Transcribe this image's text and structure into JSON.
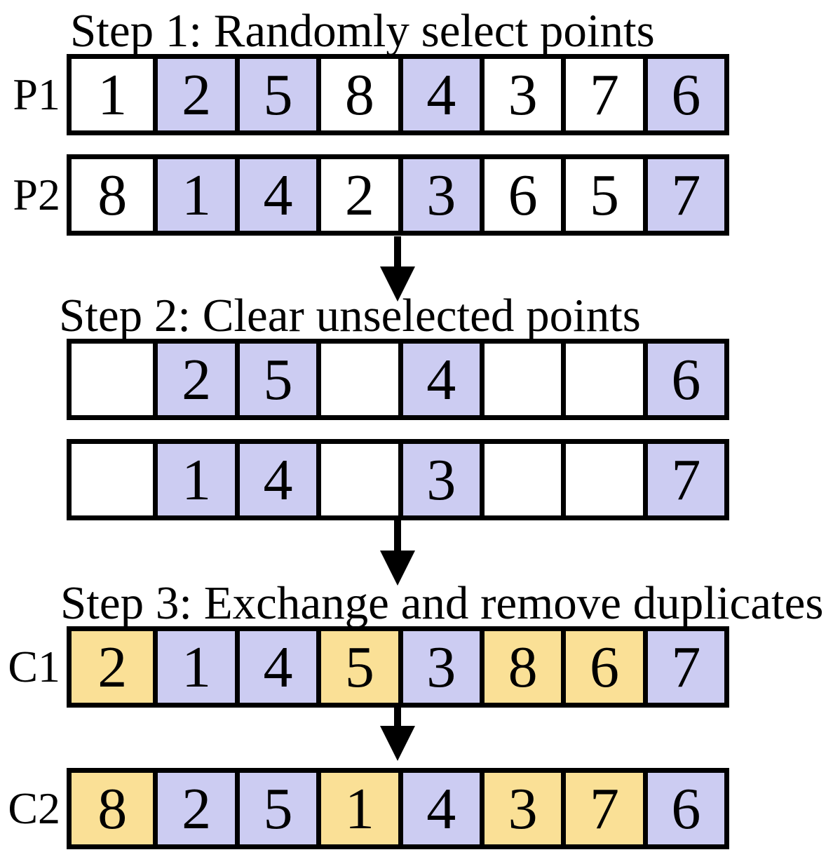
{
  "titles": {
    "step1": "Step 1: Randomly select points",
    "step2": "Step 2: Clear unselected points",
    "step3": "Step 3: Exchange and remove duplicates"
  },
  "rows": {
    "p1": {
      "label": "P1",
      "cells": [
        {
          "value": "1",
          "state": "default"
        },
        {
          "value": "2",
          "state": "selected"
        },
        {
          "value": "5",
          "state": "selected"
        },
        {
          "value": "8",
          "state": "default"
        },
        {
          "value": "4",
          "state": "selected"
        },
        {
          "value": "3",
          "state": "default"
        },
        {
          "value": "7",
          "state": "default"
        },
        {
          "value": "6",
          "state": "selected"
        }
      ]
    },
    "p2": {
      "label": "P2",
      "cells": [
        {
          "value": "8",
          "state": "default"
        },
        {
          "value": "1",
          "state": "selected"
        },
        {
          "value": "4",
          "state": "selected"
        },
        {
          "value": "2",
          "state": "default"
        },
        {
          "value": "3",
          "state": "selected"
        },
        {
          "value": "6",
          "state": "default"
        },
        {
          "value": "5",
          "state": "default"
        },
        {
          "value": "7",
          "state": "selected"
        }
      ]
    },
    "s2a": {
      "label": "",
      "cells": [
        {
          "value": "",
          "state": "default"
        },
        {
          "value": "2",
          "state": "selected"
        },
        {
          "value": "5",
          "state": "selected"
        },
        {
          "value": "",
          "state": "default"
        },
        {
          "value": "4",
          "state": "selected"
        },
        {
          "value": "",
          "state": "default"
        },
        {
          "value": "",
          "state": "default"
        },
        {
          "value": "6",
          "state": "selected"
        }
      ]
    },
    "s2b": {
      "label": "",
      "cells": [
        {
          "value": "",
          "state": "default"
        },
        {
          "value": "1",
          "state": "selected"
        },
        {
          "value": "4",
          "state": "selected"
        },
        {
          "value": "",
          "state": "default"
        },
        {
          "value": "3",
          "state": "selected"
        },
        {
          "value": "",
          "state": "default"
        },
        {
          "value": "",
          "state": "default"
        },
        {
          "value": "7",
          "state": "selected"
        }
      ]
    },
    "c1": {
      "label": "C1",
      "cells": [
        {
          "value": "2",
          "state": "exchanged"
        },
        {
          "value": "1",
          "state": "selected"
        },
        {
          "value": "4",
          "state": "selected"
        },
        {
          "value": "5",
          "state": "exchanged"
        },
        {
          "value": "3",
          "state": "selected"
        },
        {
          "value": "8",
          "state": "exchanged"
        },
        {
          "value": "6",
          "state": "exchanged"
        },
        {
          "value": "7",
          "state": "selected"
        }
      ]
    },
    "c2": {
      "label": "C2",
      "cells": [
        {
          "value": "8",
          "state": "exchanged"
        },
        {
          "value": "2",
          "state": "selected"
        },
        {
          "value": "5",
          "state": "selected"
        },
        {
          "value": "1",
          "state": "exchanged"
        },
        {
          "value": "4",
          "state": "selected"
        },
        {
          "value": "3",
          "state": "exchanged"
        },
        {
          "value": "7",
          "state": "exchanged"
        },
        {
          "value": "6",
          "state": "selected"
        }
      ]
    }
  },
  "icons": {
    "arrow_down": "▼"
  },
  "colors": {
    "selected_fill": "#CCCCF2",
    "exchanged_fill": "#FAE096",
    "cell_fill": "#FFFFFF",
    "line": "#000000",
    "text": "#000000",
    "background": "#FFFFFF"
  }
}
